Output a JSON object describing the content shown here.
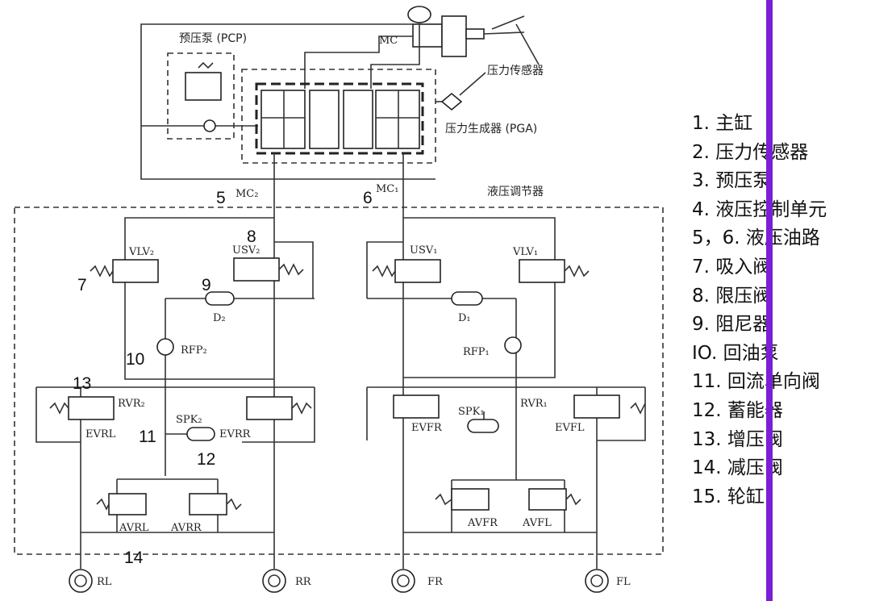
{
  "colors": {
    "accent": "#7b1fd6",
    "line": "#333333"
  },
  "labels": {
    "pcp": "预压泵 (PCP)",
    "mc": "MC",
    "sensor": "压力传感器",
    "pga": "压力生成器 (PGA)",
    "mc2": "MC₂",
    "mc1": "MC₁",
    "hcu": "液压调节器",
    "vlv2": "VLV₂",
    "usv2": "USV₂",
    "usv1": "USV₁",
    "vlv1": "VLV₁",
    "d2": "D₂",
    "d1": "D₁",
    "rfp2": "RFP₂",
    "rfp1": "RFP₁",
    "rvr2": "RVR₂",
    "rvr1": "RVR₁",
    "spk2": "SPK₂",
    "spk1": "SPK₁",
    "evrl": "EVRL",
    "evrr": "EVRR",
    "evfr": "EVFR",
    "evfl": "EVFL",
    "avrl": "AVRL",
    "avrr": "AVRR",
    "avfr": "AVFR",
    "avfl": "AVFL",
    "rl": "RL",
    "rr": "RR",
    "fr": "FR",
    "fl": "FL"
  },
  "callouts": {
    "n5": "5",
    "n6": "6",
    "n7": "7",
    "n8": "8",
    "n9": "9",
    "n10": "10",
    "n11": "11",
    "n12": "12",
    "n13": "13",
    "n14": "14"
  },
  "legend": [
    "1. 主缸",
    "2. 压力传感器",
    "3. 预压泵",
    "4. 液压控制单元",
    "5，6. 液压油路",
    "7. 吸入阀",
    "8. 限压阀",
    "9. 阻尼器",
    "IO. 回油泵",
    "11. 回流单向阀",
    "12. 蓄能器",
    "13. 增压阀",
    "14. 减压阀",
    "15. 轮缸"
  ]
}
